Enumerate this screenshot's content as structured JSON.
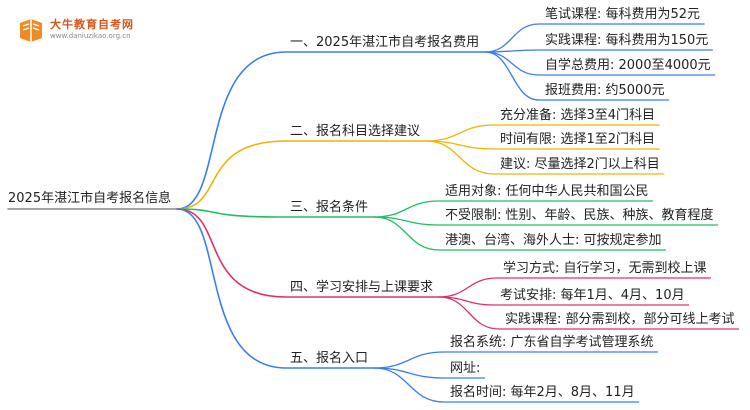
{
  "logo": {
    "name": "大牛教育自考网",
    "url": "www.daniuzikao.org.cn",
    "mark_color": "#f08a24"
  },
  "root": {
    "label": "2025年湛江市自考报名信息"
  },
  "colors": {
    "root_line": "#888888",
    "branches": [
      "#3a7df0",
      "#f0b400",
      "#1fbf63",
      "#e0306a",
      "#3a7df0"
    ]
  },
  "branches": [
    {
      "label": "一、2025年湛江市自考报名费用",
      "children": [
        "笔试课程: 每科费用为52元",
        "实践课程: 每科费用为150元",
        "自学总费用: 2000至4000元",
        "报班费用: 约5000元"
      ]
    },
    {
      "label": "二、报名科目选择建议",
      "children": [
        "充分准备: 选择3至4门科目",
        "时间有限: 选择1至2门科目",
        "建议: 尽量选择2门以上科目"
      ]
    },
    {
      "label": "三、报名条件",
      "children": [
        "适用对象: 任何中华人民共和国公民",
        "不受限制: 性别、年龄、民族、种族、教育程度",
        "港澳、台湾、海外人士: 可按规定参加"
      ]
    },
    {
      "label": "四、学习安排与上课要求",
      "children": [
        "学习方式: 自行学习，无需到校上课",
        "考试安排: 每年1月、4月、10月",
        "实践课程: 部分需到校，部分可线上考试"
      ]
    },
    {
      "label": "五、报名入口",
      "children": [
        "报名系统: 广东省自学考试管理系统",
        "网址:",
        "报名时间: 每年2月、8月、11月"
      ]
    }
  ]
}
